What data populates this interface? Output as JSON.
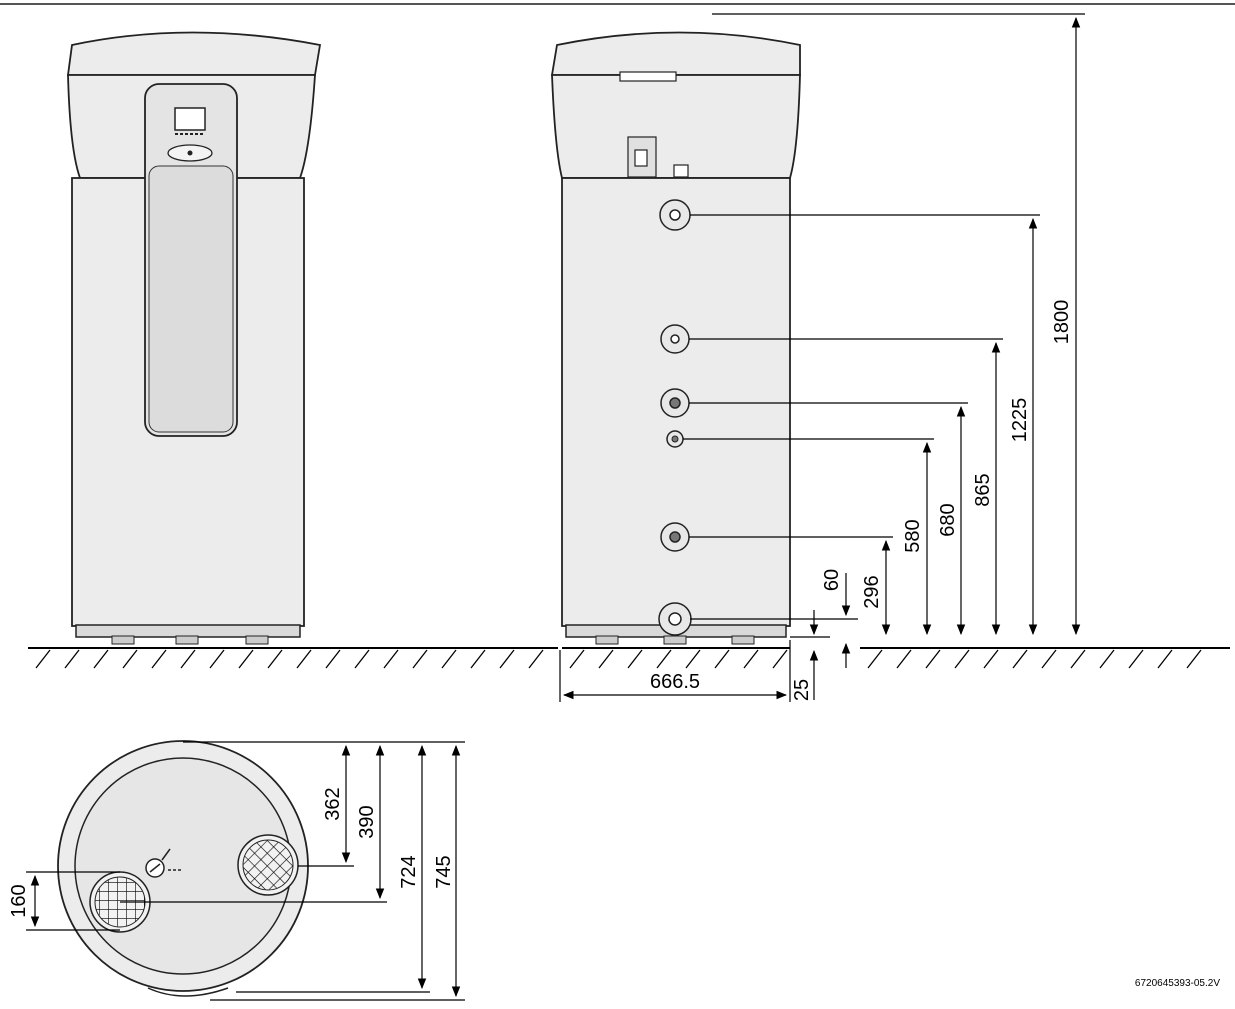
{
  "diagram": {
    "front_view": {
      "name": "heat-pump-front",
      "features": [
        "display",
        "control-knob",
        "front-panel",
        "feet"
      ]
    },
    "side_view": {
      "dimensions": {
        "height_total": "1800",
        "pipe_1225": "1225",
        "pipe_865": "865",
        "pipe_680": "680",
        "pipe_580": "580",
        "pipe_296": "296",
        "offset_60": "60",
        "offset_25": "25",
        "depth": "666.5"
      }
    },
    "top_view": {
      "dimensions": {
        "d_362": "362",
        "d_390": "390",
        "d_724": "724",
        "d_745": "745",
        "d_160": "160"
      }
    },
    "figure_code": "6720645393-05.2V"
  }
}
